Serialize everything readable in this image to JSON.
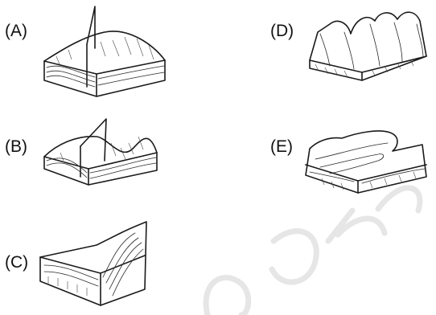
{
  "labels": {
    "a": "(A)",
    "b": "(B)",
    "c": "(C)",
    "d": "(D)",
    "e": "(E)"
  },
  "colors": {
    "ink": "#1a1a1a",
    "watermark": "#e6e6e6"
  }
}
